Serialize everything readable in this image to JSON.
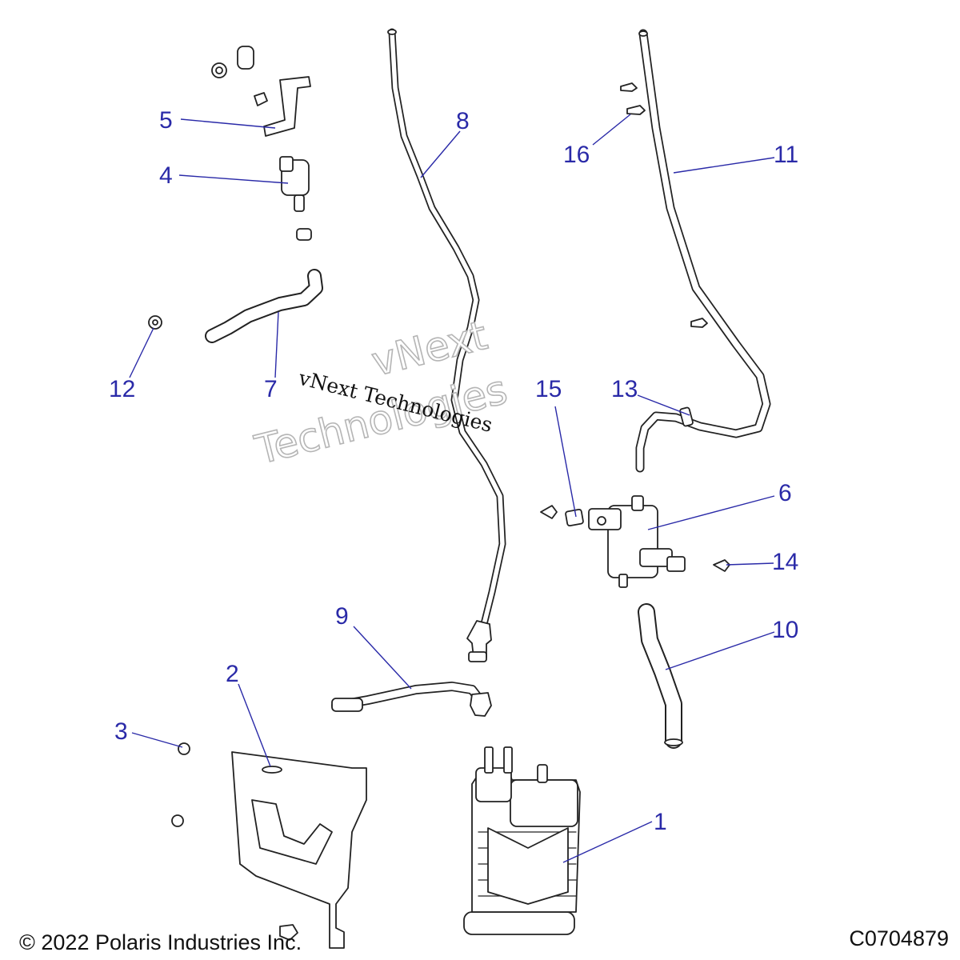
{
  "callouts": [
    {
      "id": "1",
      "label": "1"
    },
    {
      "id": "2",
      "label": "2"
    },
    {
      "id": "3",
      "label": "3"
    },
    {
      "id": "4",
      "label": "4"
    },
    {
      "id": "5",
      "label": "5"
    },
    {
      "id": "6",
      "label": "6"
    },
    {
      "id": "7",
      "label": "7"
    },
    {
      "id": "8",
      "label": "8"
    },
    {
      "id": "9",
      "label": "9"
    },
    {
      "id": "10",
      "label": "10"
    },
    {
      "id": "11",
      "label": "11"
    },
    {
      "id": "12",
      "label": "12"
    },
    {
      "id": "13",
      "label": "13"
    },
    {
      "id": "14",
      "label": "14"
    },
    {
      "id": "15",
      "label": "15"
    },
    {
      "id": "16",
      "label": "16"
    }
  ],
  "watermark": {
    "line": "vNext Technologies",
    "outline_top": "vNext",
    "outline_bottom": "Technologies"
  },
  "footer": {
    "copyright": "© 2022 Polaris Industries Inc.",
    "drawing_number": "C0704879"
  },
  "colors": {
    "callout": "#2a2aa8",
    "line_art": "#222222",
    "watermark_outline": "#b5b5b5"
  }
}
